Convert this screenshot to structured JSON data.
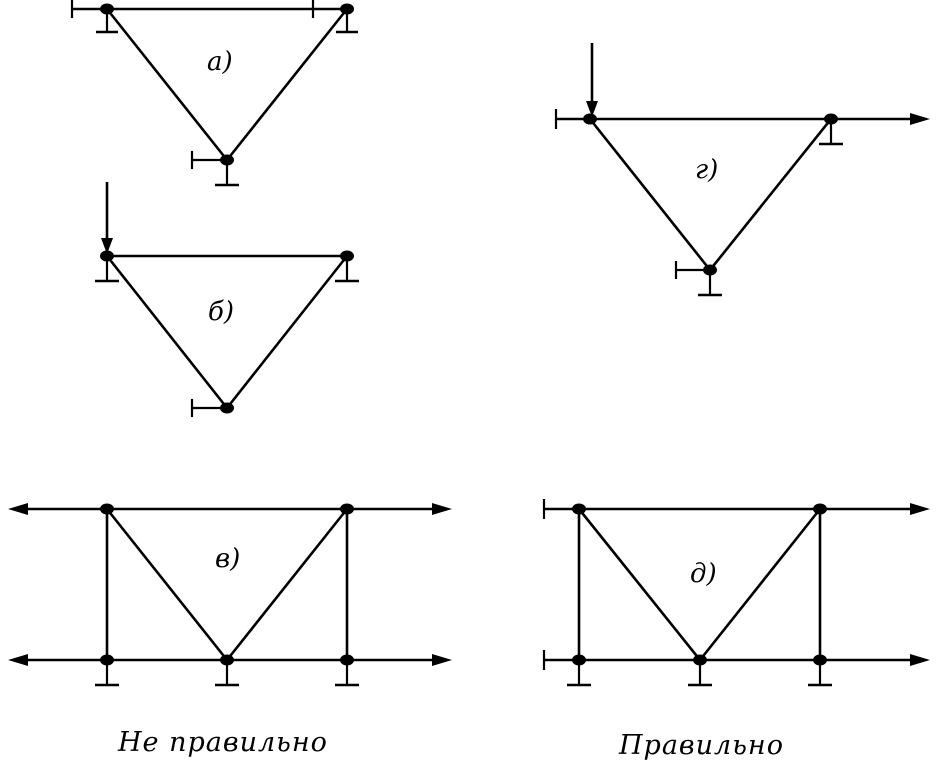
{
  "figures": {
    "a": {
      "label": "а)"
    },
    "b": {
      "label": "б)"
    },
    "v": {
      "label": "в)"
    },
    "g": {
      "label": "г)"
    },
    "d": {
      "label": "д)"
    }
  },
  "captions": {
    "wrong": "Не правильно",
    "right": "Правильно"
  }
}
